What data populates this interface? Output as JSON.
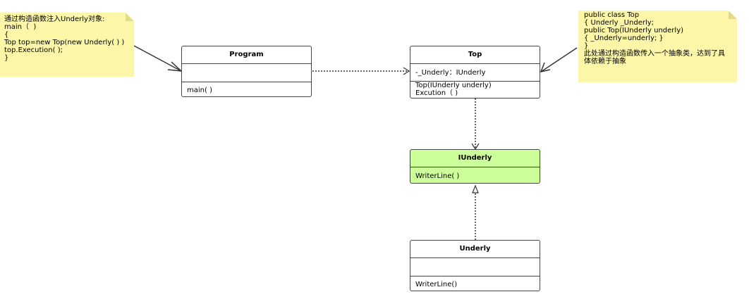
{
  "notes": {
    "left": {
      "lines": [
        "通过构造函数注入Underly对象:",
        "main（  )",
        "{",
        "Top top=new Top(new Underly( ) )",
        "top.Execution( );",
        "}"
      ]
    },
    "right": {
      "lines": [
        "public class Top",
        "{ Underly _Underly;",
        "public Top(IUnderly underly)",
        "{ _Underly=underly; }",
        "}",
        "此处通过构造函数传入一个抽象类，达到了具",
        "体依赖于抽象"
      ]
    }
  },
  "classes": {
    "program": {
      "name": "Program",
      "attributes": "",
      "operations": "main( )"
    },
    "top": {
      "name": "Top",
      "attributes": "-_Underly：IUnderly",
      "operations": [
        "Top(IUnderly underly)",
        "Excution（ )"
      ]
    },
    "iunderly": {
      "name": "IUnderly",
      "operations": "WriterLine( )"
    },
    "underly": {
      "name": "Underly",
      "attributes": "",
      "operations": "WriterLine()"
    }
  },
  "colors": {
    "note_fill": "#fbf6a8",
    "interface_fill": "#ccff99",
    "border": "#444444"
  }
}
